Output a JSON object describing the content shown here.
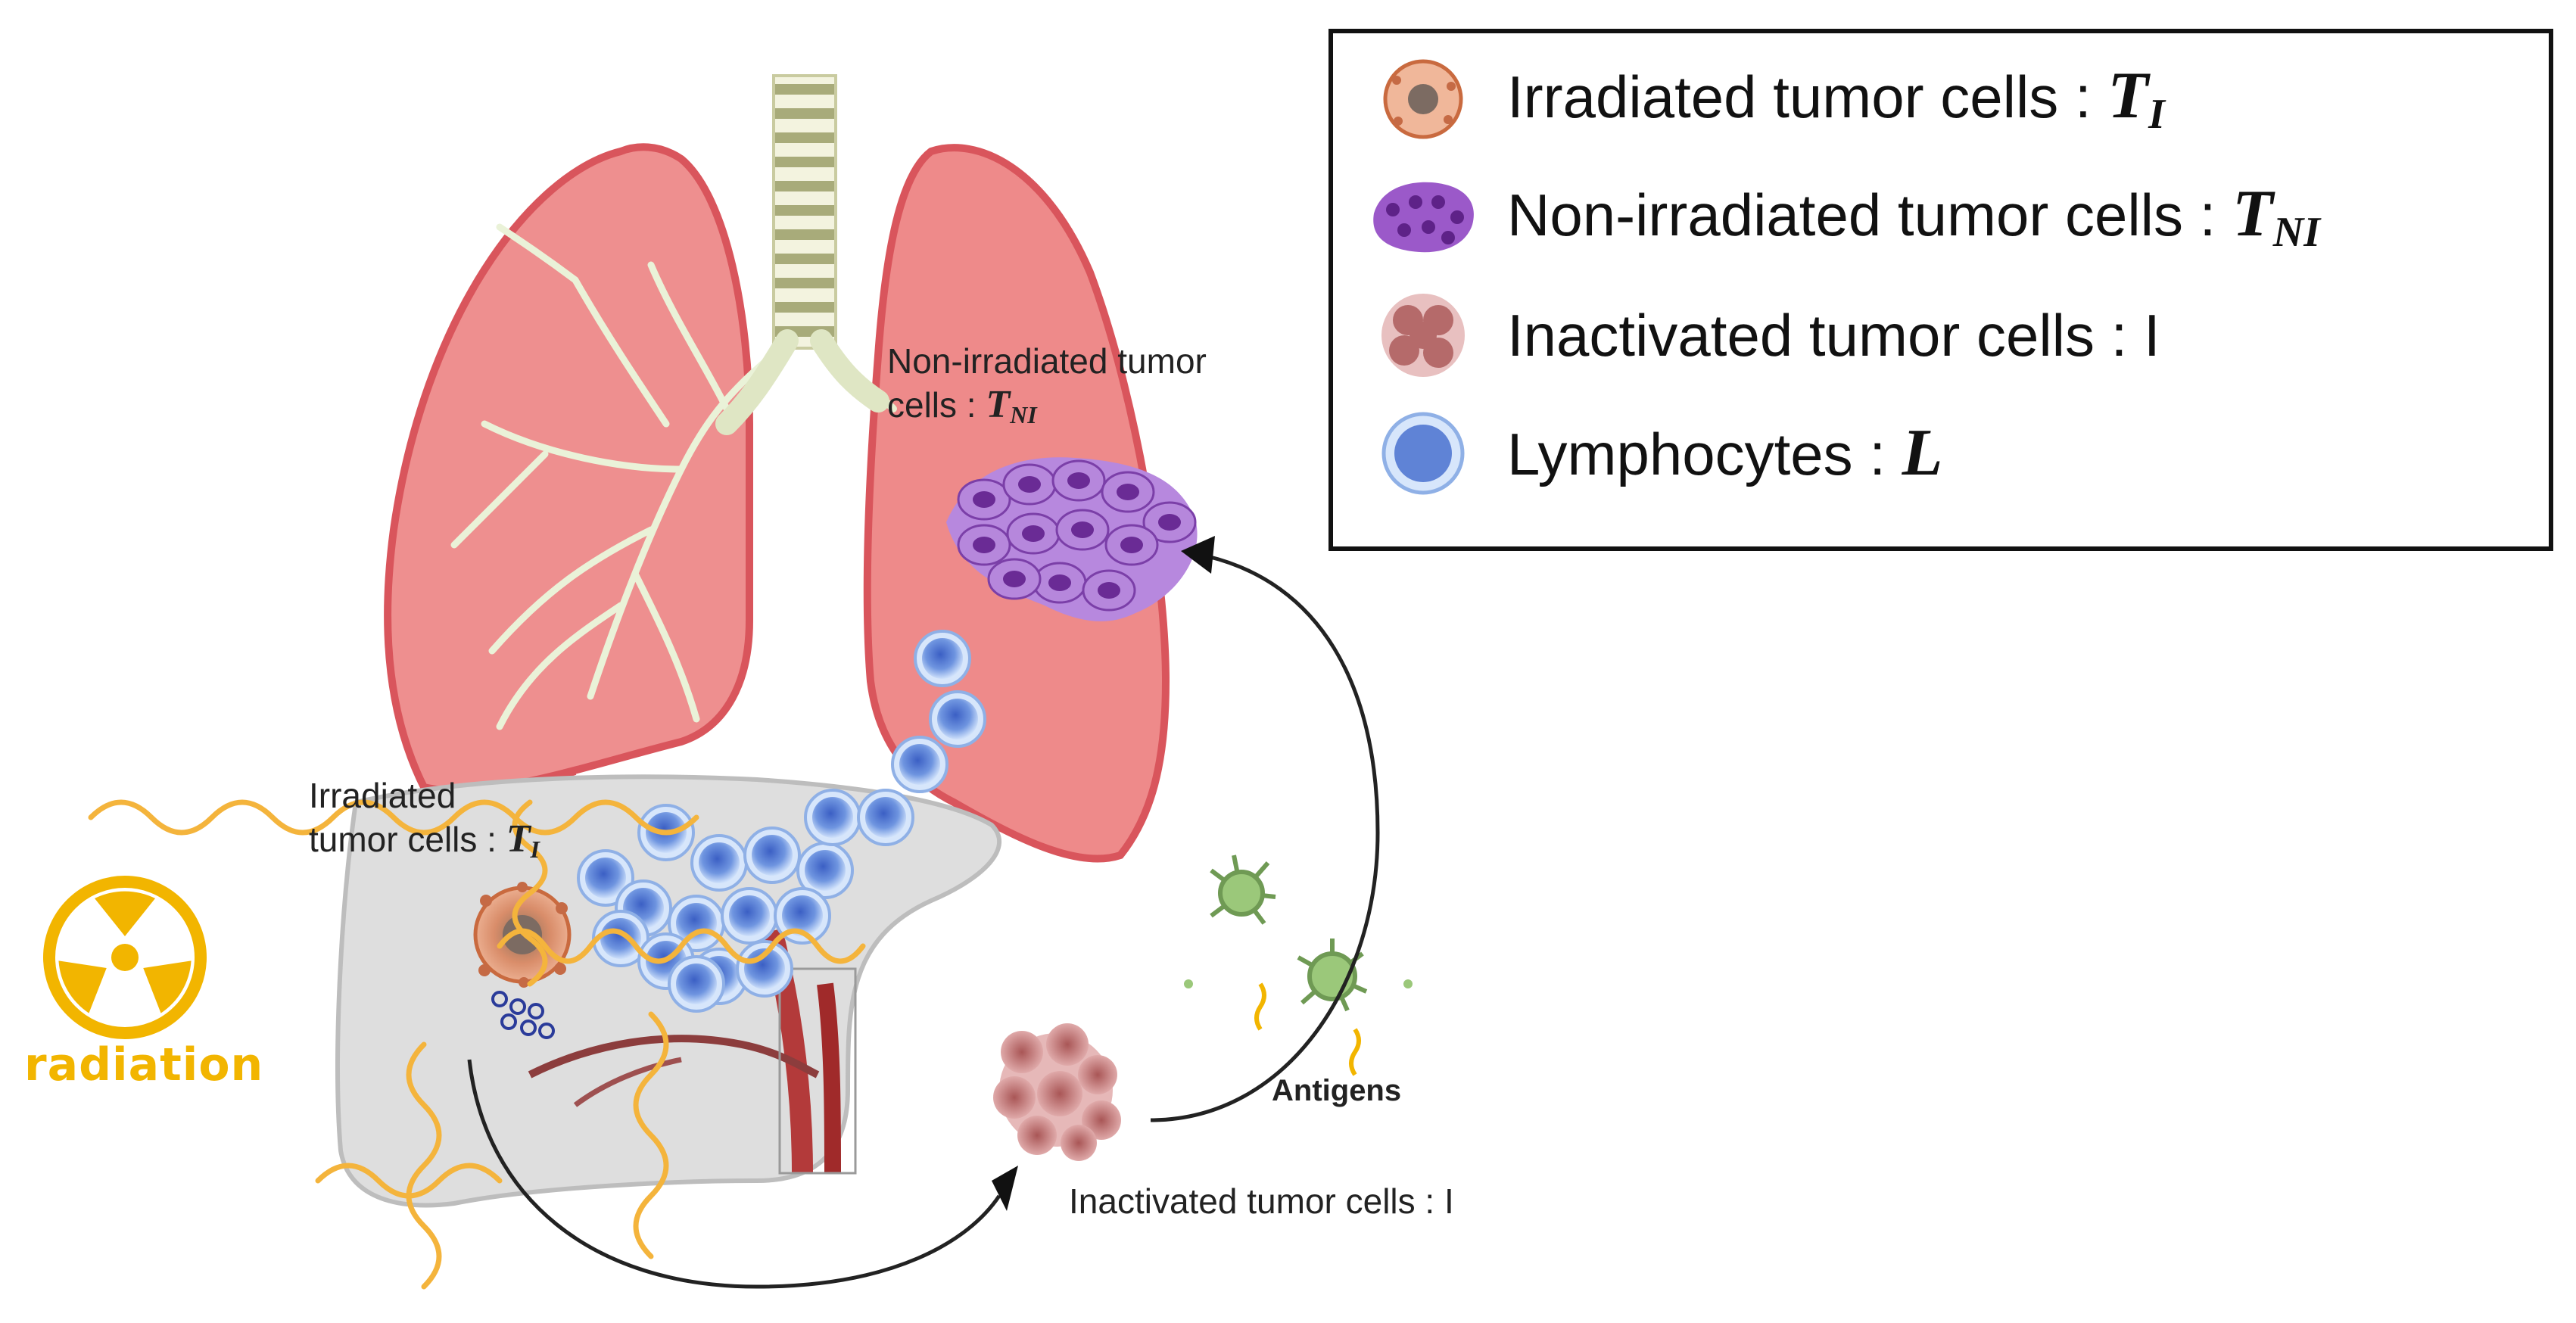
{
  "legend": {
    "items": [
      {
        "text": "Irradiated tumor cells : ",
        "symbol": "T",
        "subscript": "I"
      },
      {
        "text": "Non-irradiated tumor cells : ",
        "symbol": "T",
        "subscript": "NI"
      },
      {
        "text": "Inactivated tumor cells : I",
        "symbol": "",
        "subscript": ""
      },
      {
        "text": "Lymphocytes : ",
        "symbol": "L",
        "subscript": ""
      }
    ]
  },
  "labels": {
    "non_irradiated_line1": "Non-irradiated tumor",
    "non_irradiated_line2": "cells : ",
    "non_irradiated_symbol": "T",
    "non_irradiated_sub": "NI",
    "irradiated_line1": "Irradiated",
    "irradiated_line2": "tumor cells : ",
    "irradiated_symbol": "T",
    "irradiated_sub": "I",
    "inactivated": "Inactivated tumor cells : I",
    "antigens": "Antigens",
    "radiation": "radiation"
  },
  "colors": {
    "lung": "#ee8a8a",
    "lung_edge": "#d9555c",
    "liver": "#dcdcdc",
    "radiation": "#f2b500",
    "wave": "#f4b43c",
    "lymphocyte": "#6f95e0",
    "non_irradiated": "#9b59c9",
    "inactivated": "#c47a7a"
  }
}
